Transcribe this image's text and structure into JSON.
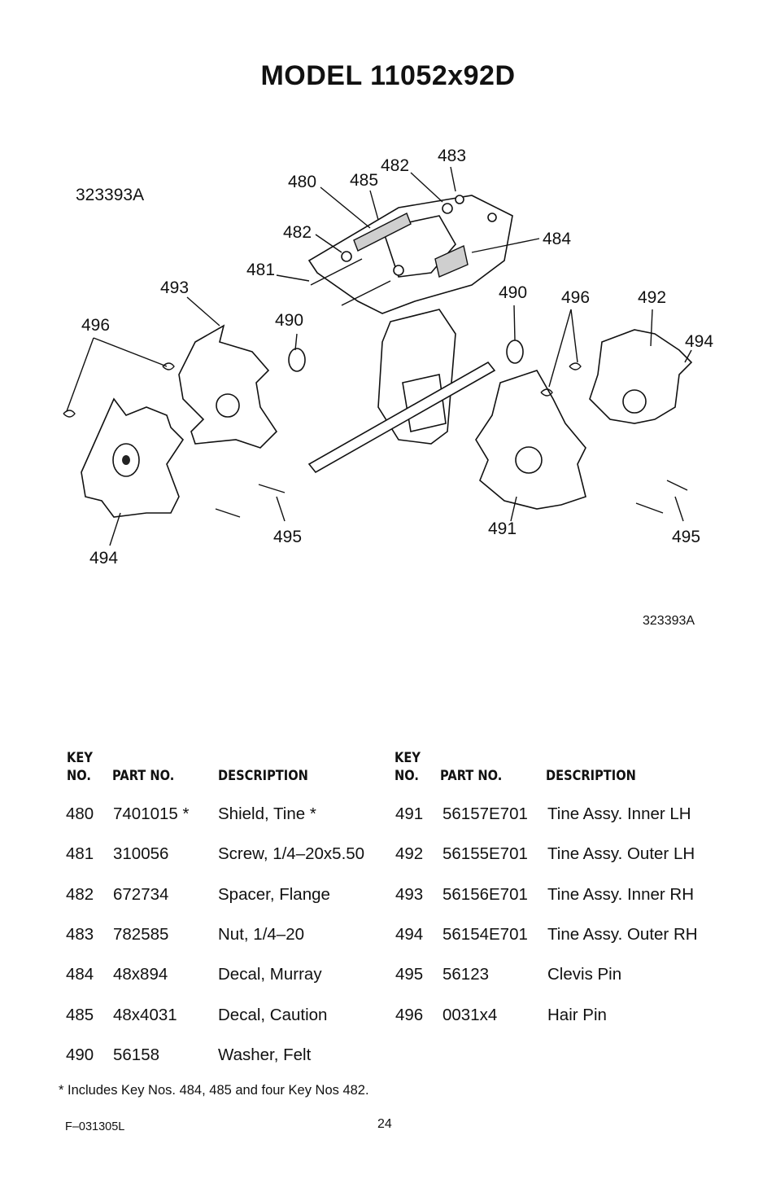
{
  "title": "MODEL 11052x92D",
  "figure_id_top": "323393A",
  "figure_id_bottom": "323393A",
  "callouts": [
    "480",
    "485",
    "482",
    "483",
    "482",
    "484",
    "481",
    "493",
    "490",
    "490",
    "496",
    "492",
    "494",
    "496",
    "495",
    "491",
    "495",
    "494"
  ],
  "table_headers": {
    "key_line1": "KEY",
    "key_line2": "NO.",
    "part_no": "PART NO.",
    "description": "DESCRIPTION"
  },
  "parts_left": [
    {
      "key": "480",
      "part": "7401015  *",
      "desc": "Shield, Tine  *"
    },
    {
      "key": "481",
      "part": "310056",
      "desc": "Screw, 1/4–20x5.50"
    },
    {
      "key": "482",
      "part": "672734",
      "desc": "Spacer, Flange"
    },
    {
      "key": "483",
      "part": "782585",
      "desc": "Nut, 1/4–20"
    },
    {
      "key": "484",
      "part": "48x894",
      "desc": "Decal, Murray"
    },
    {
      "key": "485",
      "part": "48x4031",
      "desc": "Decal, Caution"
    },
    {
      "key": "490",
      "part": "56158",
      "desc": "Washer, Felt"
    }
  ],
  "parts_right": [
    {
      "key": "491",
      "part": "56157E701",
      "desc": "Tine Assy. Inner LH"
    },
    {
      "key": "492",
      "part": "56155E701",
      "desc": "Tine Assy. Outer LH"
    },
    {
      "key": "493",
      "part": "56156E701",
      "desc": "Tine Assy. Inner RH"
    },
    {
      "key": "494",
      "part": "56154E701",
      "desc": "Tine Assy. Outer RH"
    },
    {
      "key": "495",
      "part": "56123",
      "desc": "Clevis Pin"
    },
    {
      "key": "496",
      "part": "0031x4",
      "desc": "Hair Pin"
    }
  ],
  "footnote": "*  Includes Key Nos. 484, 485 and four Key Nos 482.",
  "form_number": "F–031305L",
  "page_number": "24"
}
